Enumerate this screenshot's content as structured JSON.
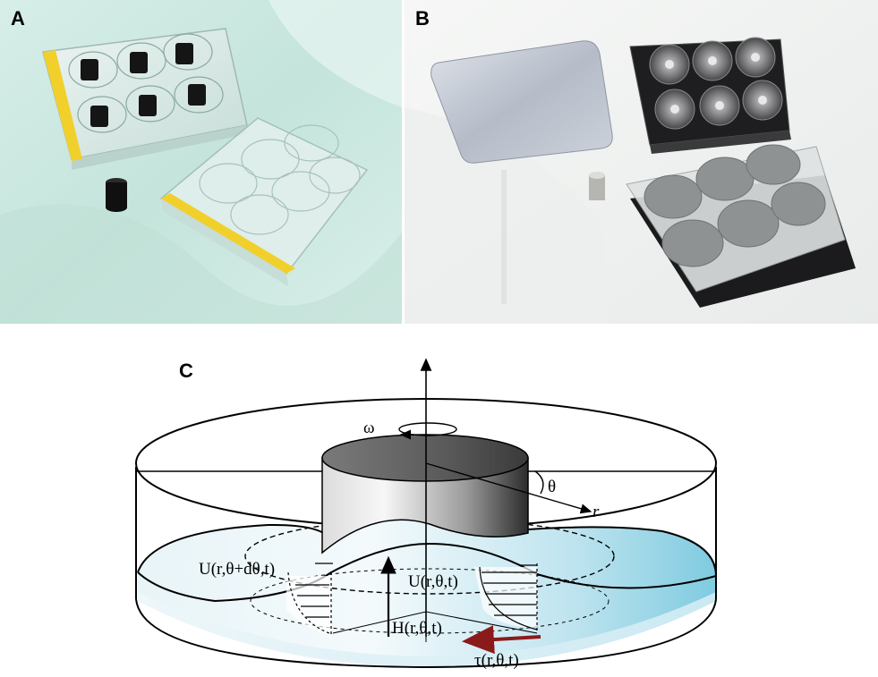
{
  "panels": {
    "a": {
      "label": "A"
    },
    "b": {
      "label": "B"
    },
    "c": {
      "label": "C"
    }
  },
  "diagram": {
    "omega": "ω",
    "theta": "θ",
    "r": "r",
    "u_theta_dtheta": "U(r,θ+dθ,t)",
    "u_theta": "U(r,θ,t)",
    "height": "H(r,θ,t)",
    "tau": "τ(r,θ,t)"
  },
  "colors": {
    "liquid_light": "#e6f3f8",
    "liquid_mid": "#8fd0e4",
    "tau_arrow": "#8b1a1a",
    "yellow_tape": "#f2d02c",
    "photo_a_bg": "#cfe9e3",
    "photo_b_bg": "#f3f4f3"
  }
}
